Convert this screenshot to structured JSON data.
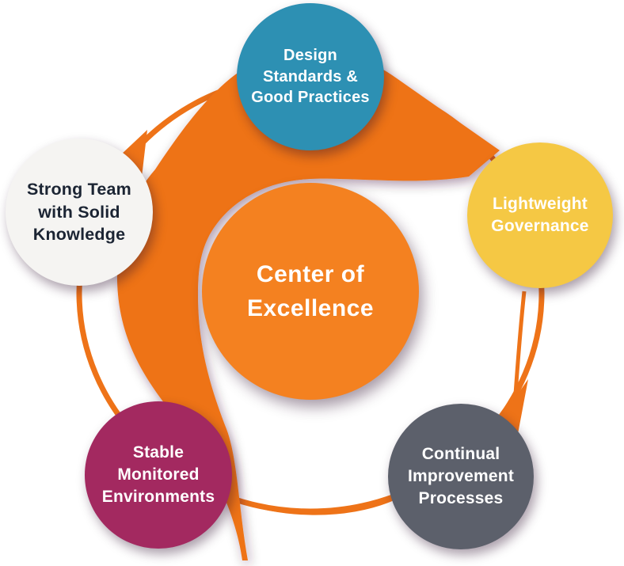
{
  "background_color": "#FFFFFF",
  "ring": {
    "color": "#EE7318",
    "flow_direction": "clockwise"
  },
  "center": {
    "label": "Center of Excellence",
    "lines": [
      "Center of",
      "Excellence"
    ],
    "color": "#F48120",
    "text_color": "#FFFFFF"
  },
  "nodes": [
    {
      "id": "design-standards",
      "position": "top",
      "label": "Design Standards & Good Practices",
      "lines": [
        "Design",
        "Standards &",
        "Good Practices"
      ],
      "color": "#2D90B3",
      "text_color": "#FFFFFF"
    },
    {
      "id": "lightweight-governance",
      "position": "right",
      "label": "Lightweight Governance",
      "lines": [
        "Lightweight",
        "Governance"
      ],
      "color": "#F5C844",
      "text_color": "#FFFFFF"
    },
    {
      "id": "continual-improvement",
      "position": "bottom-right",
      "label": "Continual Improvement Processes",
      "lines": [
        "Continual",
        "Improvement",
        "Processes"
      ],
      "color": "#5C606B",
      "text_color": "#FFFFFF"
    },
    {
      "id": "stable-environments",
      "position": "bottom-left",
      "label": "Stable Monitored Environments",
      "lines": [
        "Stable",
        "Monitored",
        "Environments"
      ],
      "color": "#A32960",
      "text_color": "#FFFFFF"
    },
    {
      "id": "strong-team",
      "position": "left",
      "label": "Strong Team with Solid Knowledge",
      "lines": [
        "Strong Team",
        "with Solid",
        "Knowledge"
      ],
      "color": "#F5F4F2",
      "text_color": "#1B2433"
    }
  ]
}
